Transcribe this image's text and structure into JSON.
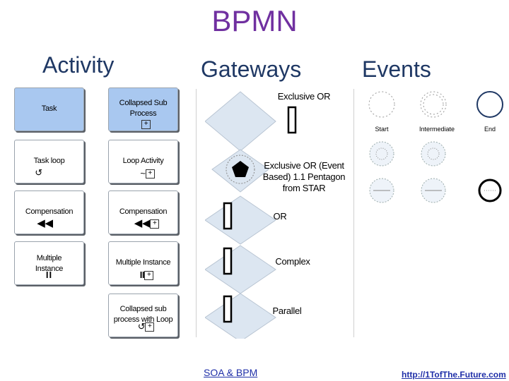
{
  "title": "BPMN",
  "sections": {
    "activity": "Activity",
    "gateways": "Gateways",
    "events": "Events"
  },
  "activities": [
    {
      "label": "Task",
      "marker": ""
    },
    {
      "label": "Collapsed Sub Process",
      "marker": "+"
    },
    {
      "label": "Task loop",
      "marker": "loop"
    },
    {
      "label": "Loop Activity",
      "marker": "~+"
    },
    {
      "label": "Compensation",
      "marker": "comp"
    },
    {
      "label": "Compensation",
      "marker": "comp+"
    },
    {
      "label": "Multiple Instance",
      "marker": "II"
    },
    {
      "label": "Multiple Instance",
      "marker": "II+"
    },
    {
      "label": "Collapsed sub process with Loop",
      "marker": "loop+"
    }
  ],
  "gateways": [
    {
      "label": "Exclusive OR"
    },
    {
      "label": "Exclusive OR (Event Based) 1.1 Pentagon from STAR"
    },
    {
      "label": "OR"
    },
    {
      "label": "Complex"
    },
    {
      "label": "Parallel"
    }
  ],
  "events": {
    "start": "Start",
    "intermediate": "Intermediate",
    "end": "End"
  },
  "footer": {
    "left": "SOA & BPM",
    "right": "http://1TofThe.Future.com"
  },
  "colors": {
    "title": "#7030a0",
    "section": "#1f3864",
    "task_fill": "#a9c8f0",
    "gateway_fill": "#dce6f1",
    "end_event": "#1f3864"
  }
}
